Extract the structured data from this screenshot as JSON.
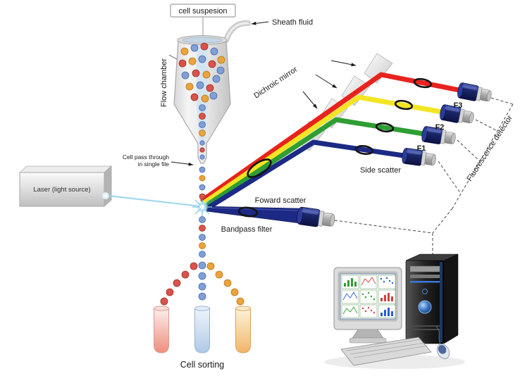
{
  "diagram": {
    "labels": {
      "cell_suspension": "cell suspesion",
      "sheath_fluid": "Sheath fluid",
      "flow_chamber": "Flow chamber",
      "cell_pass_line1": "Cell pass through",
      "cell_pass_line2": "in single file",
      "laser": "Laser (light source)",
      "dichroic_mirror": "Dichroic mirror",
      "f1": "F1",
      "f2": "F2",
      "f3": "F3",
      "side_scatter": "Side scatter",
      "fluorescence_detector": "Fluorescence detector",
      "forward_scatter": "Foward scatter",
      "bandpass_filter": "Bandpass filter",
      "cell_sorting": "Cell sorting"
    },
    "colors": {
      "bead_red": "#d9534a",
      "bead_blue": "#7f9fd6",
      "bead_orange": "#e9a43f",
      "beam_red": "#e8231d",
      "beam_yellow": "#f3e524",
      "beam_green": "#2f9e33",
      "beam_navy": "#1c2a85",
      "laser_beam": "#8ecfe8",
      "label_f1": "#2f9e33",
      "label_f2": "#f09f00",
      "label_f3": "#e0241c"
    }
  }
}
